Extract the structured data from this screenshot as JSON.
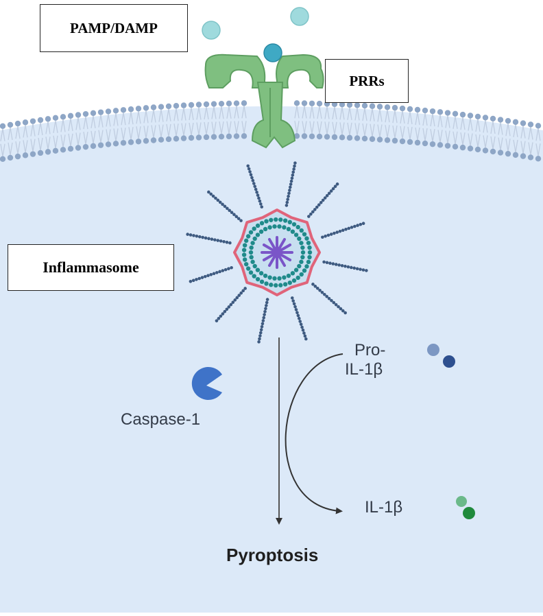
{
  "labels": {
    "pamp_damp": "PAMP/DAMP",
    "prrs": "PRRs",
    "inflammasome": "Inflammasome",
    "pro_line1": "Pro-",
    "pro_line2": "IL-1β",
    "caspase": "Caspase-1",
    "il1b": "IL-1β",
    "pyroptosis": "Pyroptosis"
  },
  "colors": {
    "cytoplasm": "#dce9f8",
    "membrane_head": "#8ea6c6",
    "membrane_tail": "#c0cde0",
    "receptor": "#7fbf80",
    "receptor_stroke": "#5d9e60",
    "ligand": "#9fdadd",
    "ligand_bound": "#3fa9c4",
    "inflammasome_ring": "#e0647a",
    "inflammasome_beads": "#1f8a8a",
    "inflammasome_core": "#7a55c8",
    "spokes": "#3e5a80",
    "caspase": "#3f73c8",
    "pro_il1b": [
      "#7c97c3",
      "#2d4f8f"
    ],
    "il1b": [
      "#6bb98a",
      "#1f8a3c"
    ],
    "arrow": "#333333"
  },
  "icons": [
    "pamp-ligand-icon",
    "prr-receptor-icon",
    "inflammasome-icon",
    "caspase-pacman-icon",
    "pro-il1b-icon",
    "il1b-icon"
  ]
}
